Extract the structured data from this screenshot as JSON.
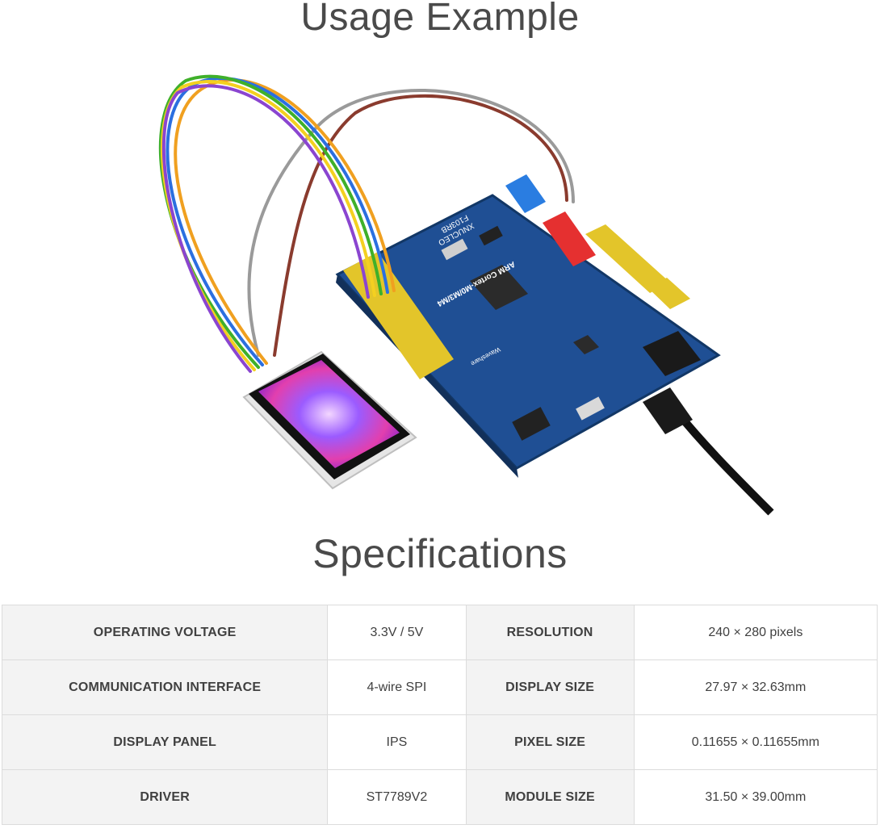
{
  "headings": {
    "usage": "Usage Example",
    "specifications": "Specifications"
  },
  "photo": {
    "icon": "lcd-module-wired-to-dev-board-photo",
    "board_texts": {
      "brand": "XNUCLEO",
      "model": "F103RB",
      "mcu": "ARM Cortex-M0/M3/M4",
      "maker": "Waveshare"
    }
  },
  "specs": [
    {
      "label1": "OPERATING VOLTAGE",
      "value1": "3.3V / 5V",
      "label2": "RESOLUTION",
      "value2": "240 × 280 pixels"
    },
    {
      "label1": "COMMUNICATION INTERFACE",
      "value1": "4-wire SPI",
      "label2": "DISPLAY SIZE",
      "value2": "27.97 × 32.63mm"
    },
    {
      "label1": "DISPLAY PANEL",
      "value1": "IPS",
      "label2": "PIXEL SIZE",
      "value2": "0.11655 × 0.11655mm"
    },
    {
      "label1": "DRIVER",
      "value1": "ST7789V2",
      "label2": "MODULE SIZE",
      "value2": "31.50 × 39.00mm"
    }
  ]
}
